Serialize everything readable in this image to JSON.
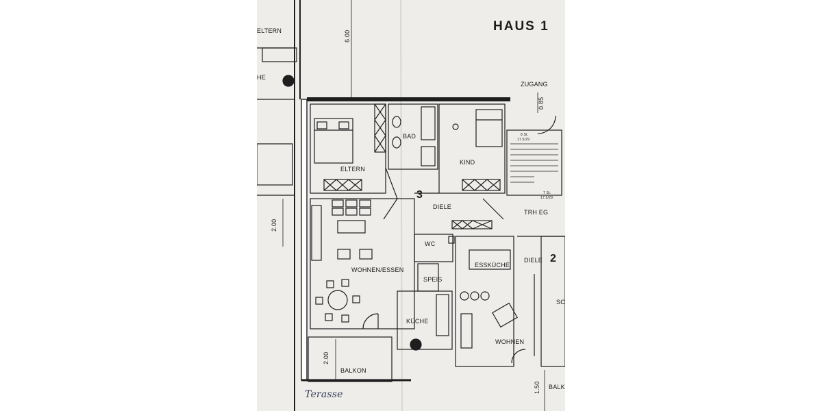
{
  "header": {
    "title": "HAUS 1"
  },
  "unit": {
    "number_3": "3",
    "number_2": "2"
  },
  "rooms": {
    "eltern_left": "ELTERN",
    "eltern": "ELTERN",
    "bad": "BAD",
    "kind": "KIND",
    "diele": "DIELE",
    "wohnen_essen": "WOHNEN/ESSEN",
    "wc": "WC",
    "speis": "SPEIS",
    "kueche": "KÜCHE",
    "balkon": "BALKON",
    "esskueche": "ESSKÜCHE",
    "wohnen": "WOHNEN",
    "diele_2": "DIELE",
    "zugang": "ZUGANG",
    "trh_eg": "TRH EG",
    "balkon_right": "BALK",
    "sch_partial": "SC",
    "che_partial": "HE"
  },
  "stairs": {
    "flight_upper": "8 St.",
    "flight_upper_rise": "17.5/29",
    "flight_lower": "7 St.",
    "flight_lower_rise": "17.5/29"
  },
  "dimensions": {
    "top_width": "6.00",
    "left_depth": "2.00",
    "balcony_depth": "2.00",
    "entry": "0.85",
    "balcony_right": "1.50"
  },
  "annotation": {
    "handwritten": "Terasse"
  }
}
